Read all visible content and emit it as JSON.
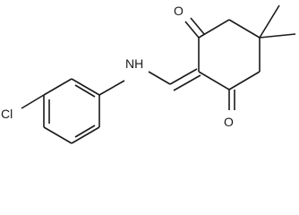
{
  "molecule": {
    "atoms": {
      "chlorine": "Cl",
      "amine": "NH",
      "oxygen_top": "O",
      "oxygen_bottom": "O"
    },
    "colors": {
      "bond": "#1a1a1a",
      "label": "#1a1a1a",
      "background": "#ffffff"
    }
  }
}
